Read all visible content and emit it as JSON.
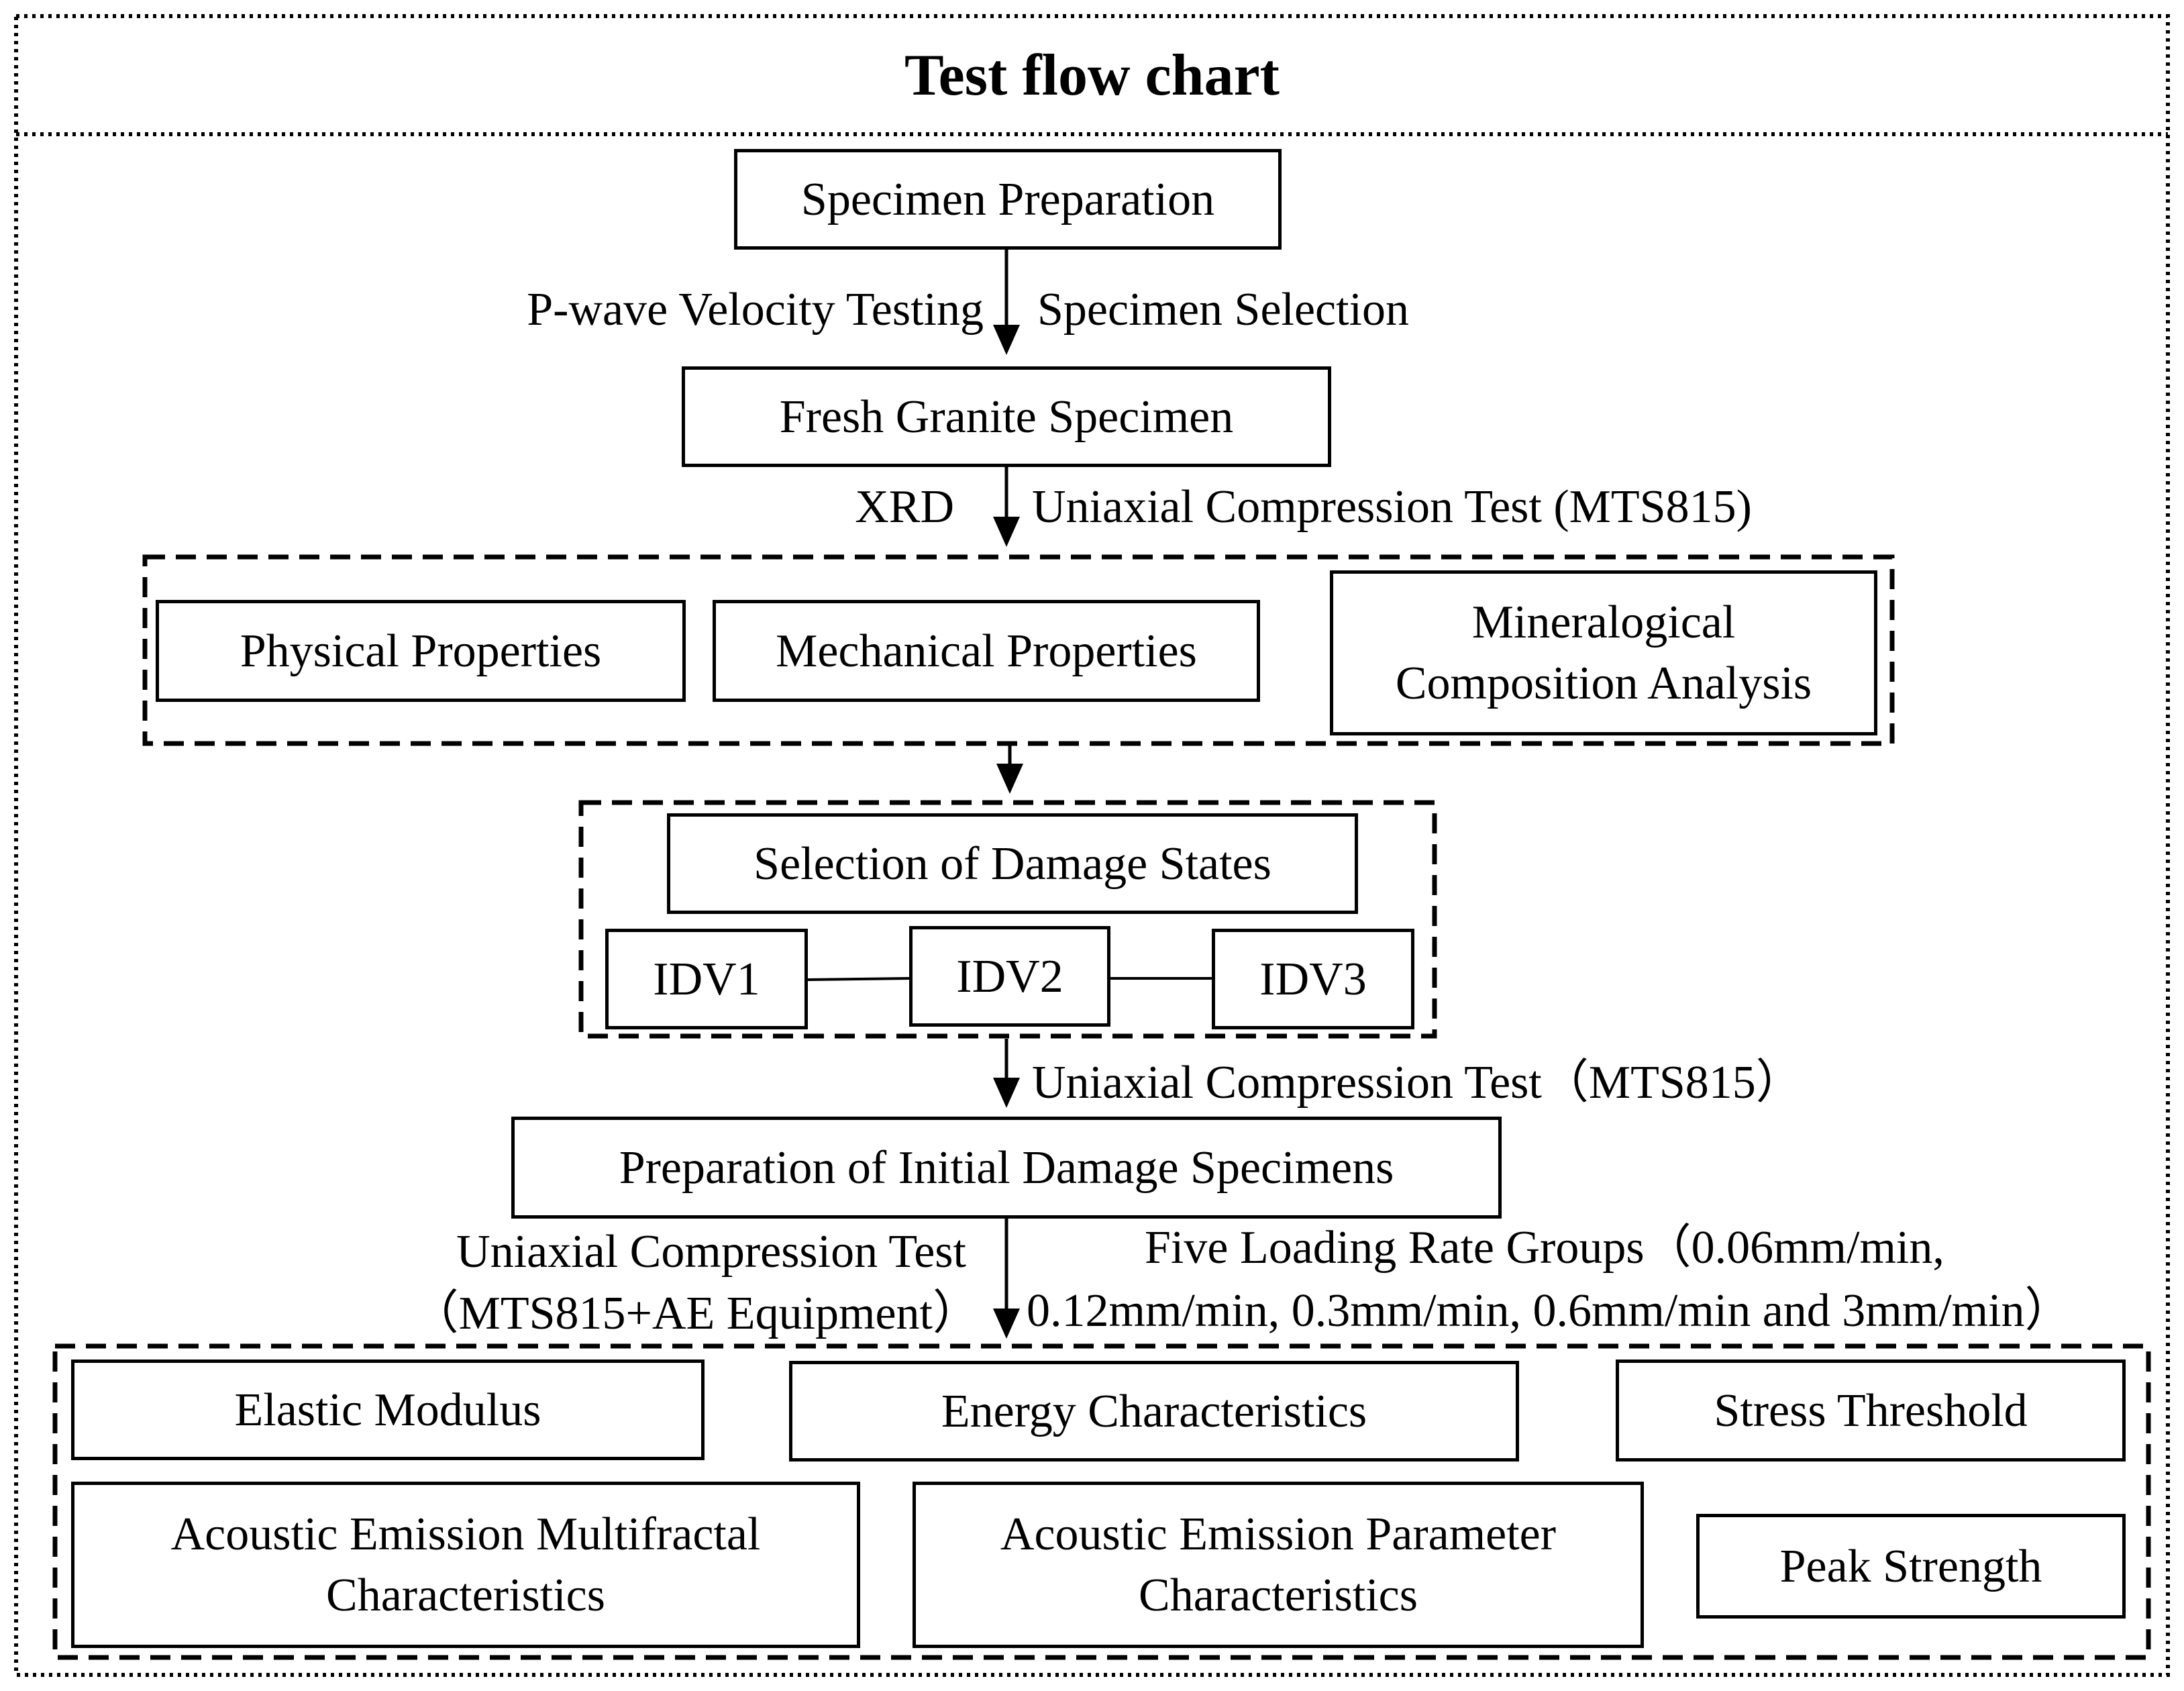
{
  "title": "Test flow chart",
  "nodes": {
    "specimen_preparation": "Specimen Preparation",
    "fresh_granite_specimen": "Fresh Granite Specimen",
    "physical_properties": "Physical Properties",
    "mechanical_properties": "Mechanical Properties",
    "mineralogical": [
      "Mineralogical",
      "Composition Analysis"
    ],
    "selection_damage_states": "Selection of Damage States",
    "idv1": "IDV1",
    "idv2": "IDV2",
    "idv3": "IDV3",
    "preparation_initial_damage": "Preparation of Initial Damage Specimens",
    "elastic_modulus": "Elastic Modulus",
    "energy_characteristics": "Energy Characteristics",
    "stress_threshold": "Stress Threshold",
    "ae_multifractal": [
      "Acoustic Emission Multifractal",
      "Characteristics"
    ],
    "ae_parameter": [
      "Acoustic Emission Parameter",
      "Characteristics"
    ],
    "peak_strength": "Peak Strength"
  },
  "edge_labels": {
    "p_wave": "P-wave Velocity Testing",
    "specimen_selection": "Specimen Selection",
    "xrd": "XRD",
    "ucs_mts_1": "Uniaxial Compression Test (MTS815)",
    "ucs_mts_2": "Uniaxial Compression Test（MTS815）",
    "ucs_ae": [
      "Uniaxial Compression Test",
      "（MTS815+AE Equipment）"
    ],
    "loading_rates": [
      "Five Loading Rate Groups（0.06mm/min,",
      "0.12mm/min, 0.3mm/min, 0.6mm/min and 3mm/min）"
    ]
  }
}
